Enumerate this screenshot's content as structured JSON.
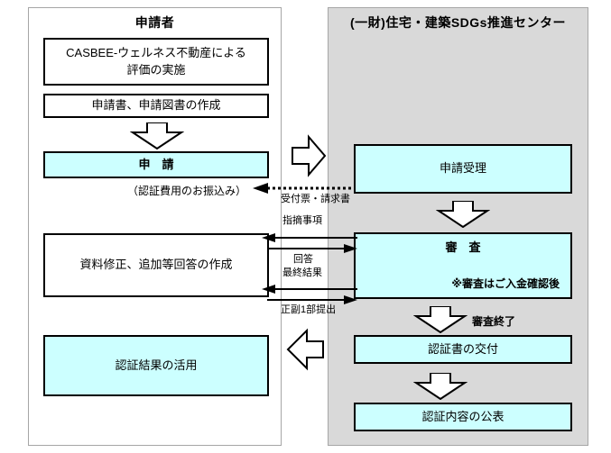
{
  "diagram": {
    "title_left": "申請者",
    "title_right": "(一財)住宅・建築SDGs推進センター",
    "colors": {
      "box_fill_cyan": "#ccffff",
      "box_fill_white": "#ffffff",
      "panel_right_bg": "#d9d9d9",
      "panel_border": "#a6a6a6",
      "box_border": "#000000"
    }
  },
  "applicant_steps": [
    {
      "id": "evaluation",
      "label": "CASBEE-ウェルネス不動産による\n評価の実施",
      "fill": "white"
    },
    {
      "id": "documents",
      "label": "申請書、申請図書の作成",
      "fill": "white"
    },
    {
      "id": "application",
      "label": "申 請",
      "fill": "cyan"
    },
    {
      "id": "revision",
      "label": "資料修正、追加等回答の作成",
      "fill": "white"
    },
    {
      "id": "utilize-result",
      "label": "認証結果の活用",
      "fill": "cyan"
    }
  ],
  "applicant_steps_text": {
    "evaluation_line1": "CASBEE-ウェルネス不動産による",
    "evaluation_line2": "評価の実施",
    "documents": "申請書、申請図書の作成",
    "application": "申　請",
    "revision": "資料修正、追加等回答の作成",
    "utilize_result": "認証結果の活用"
  },
  "center_steps": {
    "receipt": "申請受理",
    "review": "審　査",
    "review_note": "※審査はご入金確認後",
    "certificate": "認証書の交付",
    "publication": "認証内容の公表"
  },
  "annotations": {
    "payment": "（認証費用のお振込み）",
    "receipt_invoice": "受付票・請求書",
    "findings": "指摘事項",
    "reply": "回答",
    "final_result": "最終結果",
    "submission": "正副1部提出",
    "review_finished": "審査終了"
  }
}
